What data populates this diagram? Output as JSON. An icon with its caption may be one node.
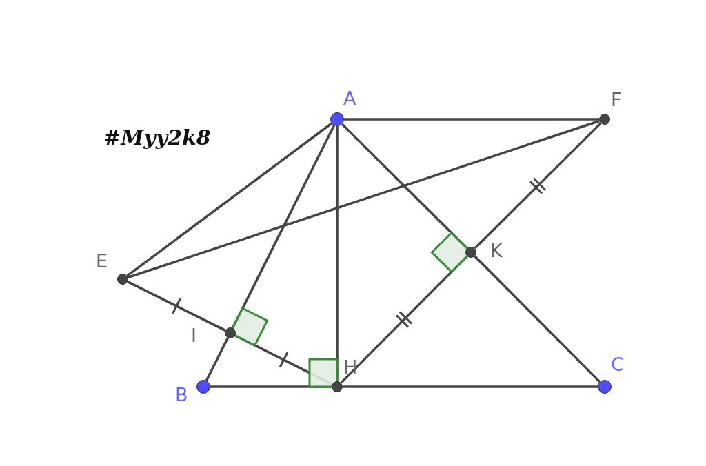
{
  "diagram": {
    "nodes": [
      {
        "text": [
          "A"
        ]
      },
      {
        "text": [
          "F"
        ]
      },
      {
        "text": [
          "K"
        ]
      },
      {
        "text": [
          "E"
        ]
      },
      {
        "text": [
          "I"
        ]
      },
      {
        "text": [
          "B"
        ]
      },
      {
        "text": [
          "H"
        ]
      },
      {
        "text": [
          "C"
        ]
      }
    ],
    "edges": [
      {
        "from": 0,
        "to": 1,
        "arrow": "none"
      },
      {
        "from": 0,
        "to": 3,
        "arrow": "none"
      },
      {
        "from": 3,
        "to": 1,
        "arrow": "none"
      },
      {
        "from": 0,
        "to": 4,
        "arrow": "none"
      },
      {
        "from": 4,
        "to": 5,
        "arrow": "none"
      },
      {
        "from": 0,
        "to": 6,
        "arrow": "none"
      },
      {
        "from": 0,
        "to": 2,
        "arrow": "none"
      },
      {
        "from": 2,
        "to": 7,
        "arrow": "none"
      },
      {
        "from": 3,
        "to": 4,
        "arrow": "none"
      },
      {
        "from": 4,
        "to": 6,
        "arrow": "none"
      },
      {
        "from": 5,
        "to": 6,
        "arrow": "none"
      },
      {
        "from": 6,
        "to": 7,
        "arrow": "none"
      },
      {
        "from": 6,
        "to": 2,
        "arrow": "none"
      },
      {
        "from": 2,
        "to": 1,
        "arrow": "none"
      }
    ],
    "labels": [
      "#Myy2k8"
    ]
  }
}
